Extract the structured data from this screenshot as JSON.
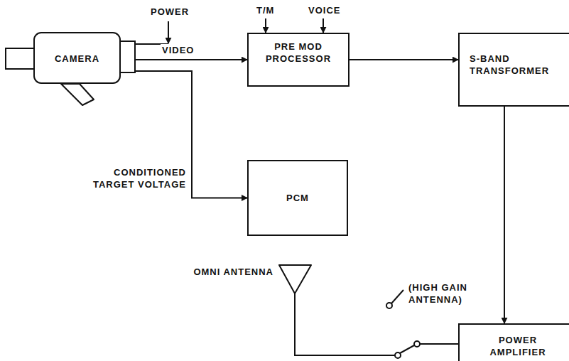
{
  "diagram": {
    "nodes": [
      {
        "text": [
          "CAMERA"
        ]
      },
      {
        "text": [
          "PRE MOD PROCESSOR"
        ]
      },
      {
        "text": [
          "S-BAND TRANSFORMER"
        ]
      },
      {
        "text": [
          "PCM"
        ]
      },
      {
        "text": [
          "POWER AMPLIFIER"
        ]
      }
    ],
    "edges": [
      {
        "from": 0,
        "to": 1,
        "arrow": "to",
        "label": "VIDEO"
      },
      {
        "from": 0,
        "to": 3,
        "arrow": "to"
      },
      {
        "from": 1,
        "to": 2,
        "arrow": "to"
      },
      {
        "from": 2,
        "to": 4,
        "arrow": "to"
      }
    ],
    "labels": [
      "POWER",
      "T/M",
      "VOICE",
      "CONDITIONED TARGET VOLTAGE",
      "OMNI ANTENNA",
      "(HIGH GAIN ANTENNA)"
    ]
  }
}
